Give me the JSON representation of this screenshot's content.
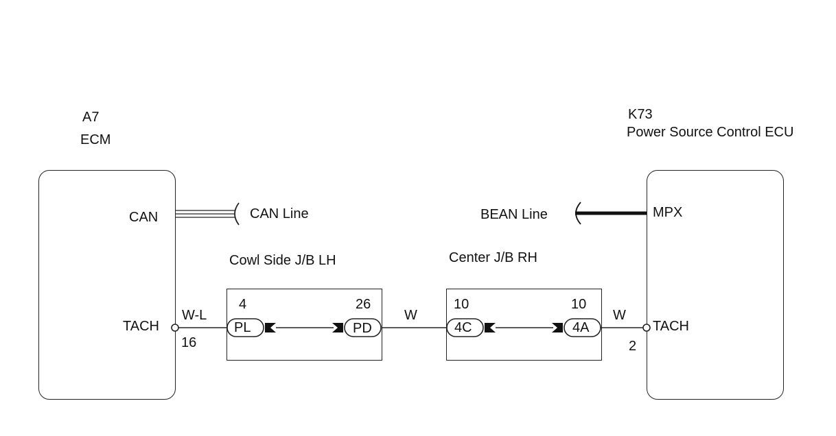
{
  "ecm": {
    "code": "A7",
    "name": "ECM",
    "pin_can": "CAN",
    "pin_tach": "TACH",
    "pin_tach_no": "16"
  },
  "power_ecu": {
    "code": "K73",
    "name": "Power Source Control ECU",
    "pin_mpx": "MPX",
    "pin_tach": "TACH",
    "pin_tach_no": "2"
  },
  "lines": {
    "can": "CAN Line",
    "bean": "BEAN Line"
  },
  "wires": {
    "w1": "W-L",
    "w2": "W",
    "w3": "W"
  },
  "cowl_jb": {
    "title": "Cowl Side J/B LH",
    "left_pin": "4",
    "left_conn": "PL",
    "right_pin": "26",
    "right_conn": "PD"
  },
  "center_jb": {
    "title": "Center J/B RH",
    "left_pin": "10",
    "left_conn": "4C",
    "right_pin": "10",
    "right_conn": "4A"
  }
}
